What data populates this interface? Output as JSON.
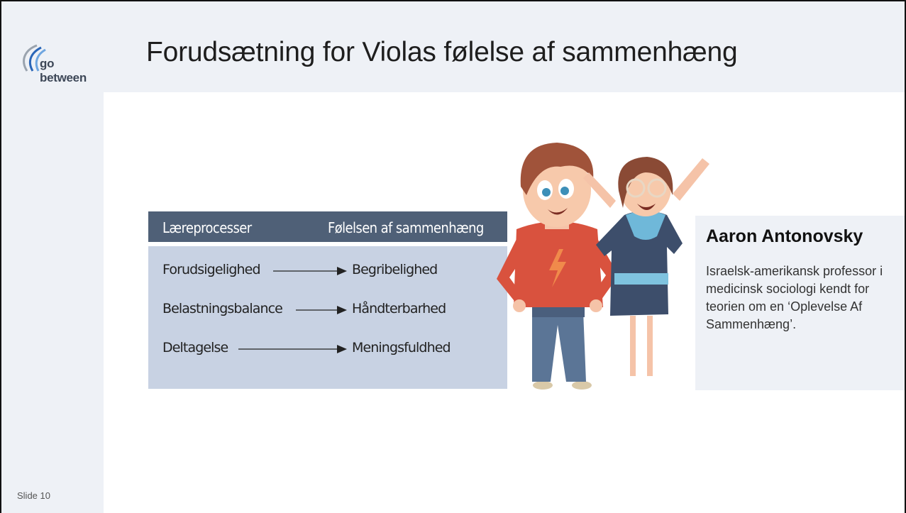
{
  "sidebar": {
    "logo_text": "go between",
    "slide_number": "Slide 10"
  },
  "header": {
    "title": "Forudsætning for Violas følelse af sammenhæng"
  },
  "table": {
    "headers": [
      "Læreprocesser",
      "Følelsen af sammenhæng"
    ],
    "rows": [
      {
        "left": "Forudsigelighed",
        "right": "Begribelighed"
      },
      {
        "left": "Belastningsbalance",
        "right": "Håndterbarhed"
      },
      {
        "left": "Deltagelse",
        "right": "Meningsfuldhed"
      }
    ]
  },
  "bio": {
    "name": "Aaron Antonovsky",
    "text": "Israelsk-amerikansk professor i medicinsk sociologi kendt for teorien om en ‘Oplevelse Af Sammenhæng’."
  },
  "colors": {
    "header_bg": "#eef1f6",
    "table_header": "#4f6077",
    "table_body": "#c8d2e3"
  }
}
